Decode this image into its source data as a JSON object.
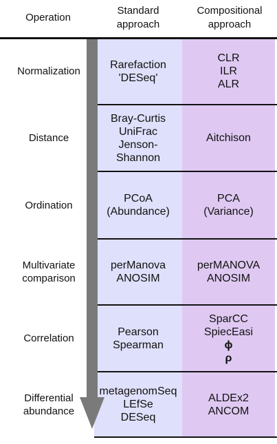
{
  "headers": {
    "operation": "Operation",
    "standard": "Standard\napproach",
    "compositional": "Compositional\napproach"
  },
  "rows": [
    {
      "operation": "Normalization",
      "standard": "Rarefaction\n'DESeq'",
      "compositional": "CLR\nILR\nALR"
    },
    {
      "operation": "Distance",
      "standard": "Bray-Curtis\nUniFrac\nJenson-\nShannon",
      "compositional": "Aitchison"
    },
    {
      "operation": "Ordination",
      "standard": "PCoA\n(Abundance)",
      "compositional": "PCA\n(Variance)"
    },
    {
      "operation": "Multivariate\ncomparison",
      "standard": "perManova\nANOSIM",
      "compositional": "perMANOVA\nANOSIM"
    },
    {
      "operation": "Correlation",
      "standard": "Pearson\nSpearman",
      "compositional": "SparCC\nSpiecEasi",
      "compositional_symbols": [
        "ϕ",
        "ρ"
      ]
    },
    {
      "operation": "Differential\nabundance",
      "standard": "metagenomSeq\nLEfSe\nDESeq",
      "compositional": "ALDEx2\nANCOM"
    }
  ],
  "colors": {
    "standard_bg": "#dfe0fb",
    "compositional_bg": "#dfc9f2",
    "arrow": "#7a7a7a",
    "lines": "#111111"
  }
}
